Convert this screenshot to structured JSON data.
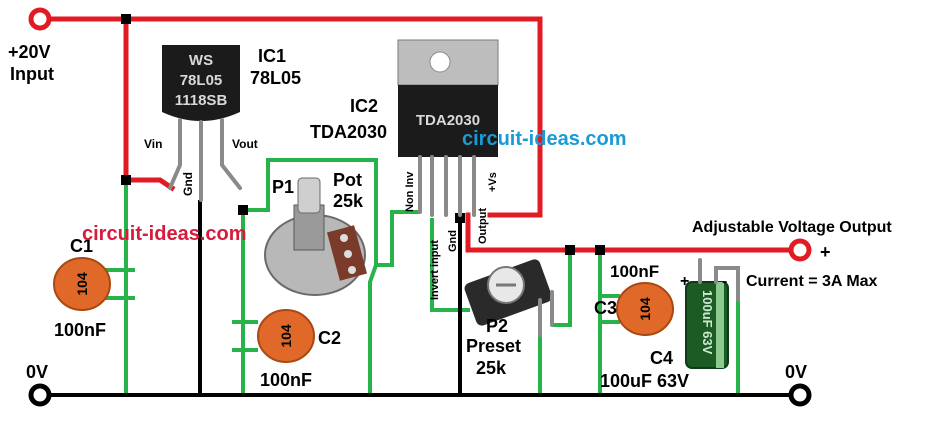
{
  "supply": {
    "voltage_label": "+20V",
    "input_label": "Input"
  },
  "ground": {
    "left_label": "0V",
    "right_label": "0V"
  },
  "ic1": {
    "ref": "IC1",
    "part": "78L05",
    "body_line1": "WS",
    "body_line2": "78L05",
    "body_line3": "1118SB",
    "pin_vin": "Vin",
    "pin_gnd": "Gnd",
    "pin_vout": "Vout"
  },
  "ic2": {
    "ref": "IC2",
    "part": "TDA2030",
    "body_text": "TDA2030",
    "pin_noninv": "Non Inv",
    "pin_inv": "Invert input",
    "pin_gnd": "Gnd",
    "pin_output": "Output",
    "pin_vs": "+Vs"
  },
  "p1": {
    "ref": "P1",
    "type": "Pot",
    "value": "25k"
  },
  "p2": {
    "ref": "P2",
    "type": "Preset",
    "value": "25k"
  },
  "c1": {
    "ref": "C1",
    "value": "100nF",
    "code": "104"
  },
  "c2": {
    "ref": "C2",
    "value": "100nF",
    "code": "104"
  },
  "c3": {
    "ref": "C3",
    "value": "100nF",
    "code": "104"
  },
  "c4": {
    "ref": "C4",
    "value": "100uF 63V",
    "body_text": "100uF 63V",
    "plus": "+",
    "minus": "-"
  },
  "output": {
    "label": "Adjustable Voltage Output",
    "plus": "+",
    "current": "Current = 3A Max"
  },
  "watermark": {
    "text": "circuit-ideas.com"
  },
  "colors": {
    "positive_wire": "#e01b24",
    "signal_wire": "#27b24a",
    "ground_wire": "#000000",
    "watermark_blue": "#1a9ad6",
    "watermark_red": "#d81b3c",
    "capacitor": "#e0692a"
  }
}
